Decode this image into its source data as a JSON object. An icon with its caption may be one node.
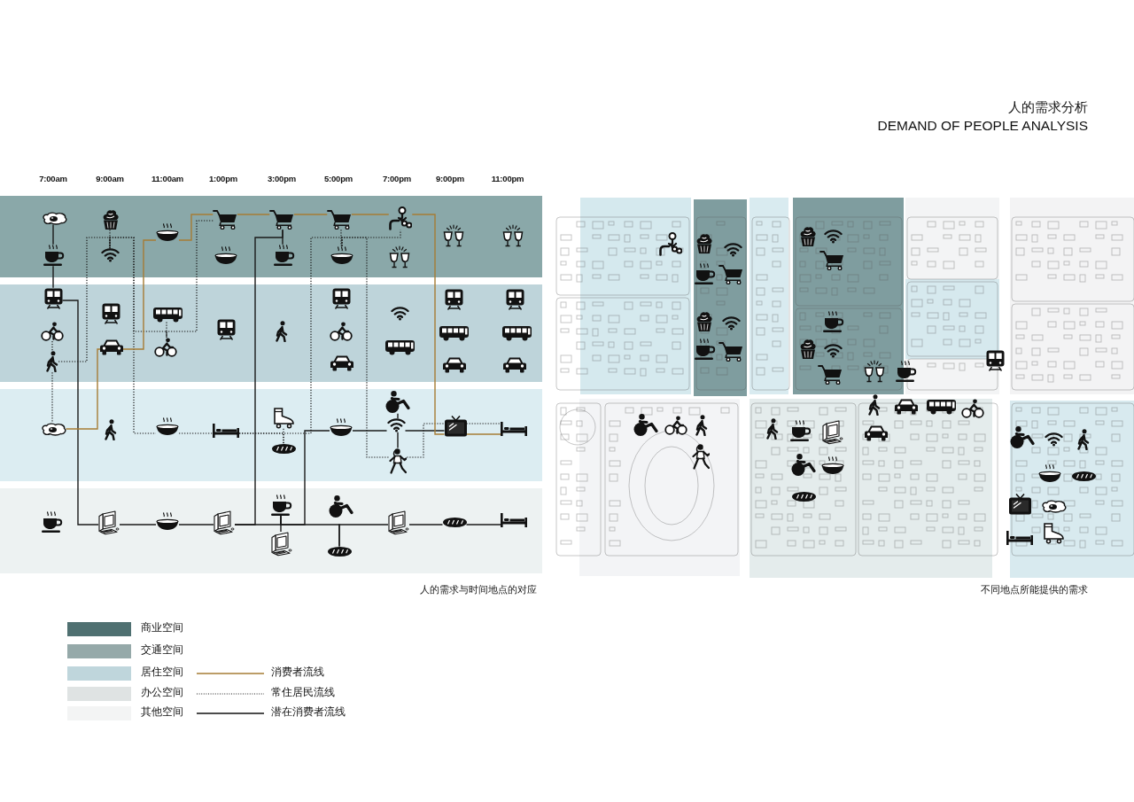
{
  "diagram": {
    "title": "人的需求分析",
    "nodes": [
      {
        "text": [],
        "shape": "box"
      },
      {
        "text": [],
        "shape": "picture",
        "in": 0
      },
      {
        "text": [],
        "shape": "picture",
        "in": 0
      },
      {
        "text": [],
        "shape": "picture",
        "in": 0
      },
      {
        "text": [],
        "shape": "picture",
        "in": 0
      },
      {
        "text": [],
        "shape": "picture",
        "in": 0
      },
      {
        "text": [],
        "shape": "picture",
        "in": 0
      },
      {
        "text": [],
        "shape": "picture",
        "in": 0
      },
      {
        "text": [],
        "shape": "picture",
        "in": 0
      },
      {
        "text": [],
        "shape": "picture",
        "in": 0
      },
      {
        "text": [],
        "shape": "picture",
        "in": 0
      },
      {
        "text": [],
        "shape": "picture",
        "in": 0
      },
      {
        "text": [],
        "shape": "picture",
        "in": 0
      },
      {
        "text": [],
        "shape": "picture",
        "in": 0
      },
      {
        "text": [],
        "shape": "picture",
        "in": 0
      },
      {
        "text": [],
        "shape": "picture",
        "in": 0
      },
      {
        "text": [],
        "shape": "box"
      },
      {
        "text": [],
        "shape": "picture",
        "in": 16
      },
      {
        "text": [],
        "shape": "picture",
        "in": 16
      },
      {
        "text": [],
        "shape": "picture",
        "in": 16
      },
      {
        "text": [],
        "shape": "picture",
        "in": 16
      },
      {
        "text": [],
        "shape": "picture",
        "in": 16
      },
      {
        "text": [],
        "shape": "picture",
        "in": 16
      },
      {
        "text": [],
        "shape": "picture",
        "in": 16
      },
      {
        "text": [],
        "shape": "picture",
        "in": 16
      },
      {
        "text": [],
        "shape": "picture",
        "in": 16
      },
      {
        "text": [],
        "shape": "picture",
        "in": 16
      },
      {
        "text": [],
        "shape": "picture",
        "in": 16
      },
      {
        "text": [],
        "shape": "picture",
        "in": 16
      },
      {
        "text": [],
        "shape": "picture",
        "in": 16
      },
      {
        "text": [],
        "shape": "picture",
        "in": 16
      },
      {
        "text": [],
        "shape": "picture",
        "in": 16
      },
      {
        "text": [],
        "shape": "picture",
        "in": 16
      },
      {
        "text": [],
        "shape": "picture",
        "in": 16
      },
      {
        "text": [],
        "shape": "picture",
        "in": 16
      },
      {
        "text": [],
        "shape": "picture",
        "in": 16
      },
      {
        "text": [],
        "shape": "picture",
        "in": 16
      },
      {
        "text": [],
        "shape": "box"
      },
      {
        "text": [],
        "shape": "picture",
        "in": 37
      },
      {
        "text": [],
        "shape": "picture",
        "in": 37
      },
      {
        "text": [],
        "shape": "picture",
        "in": 37
      },
      {
        "text": [],
        "shape": "picture",
        "in": 37
      },
      {
        "text": [],
        "shape": "picture",
        "in": 37
      },
      {
        "text": [],
        "shape": "picture",
        "in": 37
      },
      {
        "text": [],
        "shape": "picture",
        "in": 37
      },
      {
        "text": [],
        "shape": "picture",
        "in": 37
      },
      {
        "text": [],
        "shape": "picture",
        "in": 37
      },
      {
        "text": [],
        "shape": "picture",
        "in": 37
      },
      {
        "text": [],
        "shape": "picture",
        "in": 37
      },
      {
        "text": [],
        "shape": "picture",
        "in": 37
      },
      {
        "text": [],
        "shape": "box"
      },
      {
        "text": [],
        "shape": "picture",
        "in": 50
      },
      {
        "text": [],
        "shape": "picture",
        "in": 50
      },
      {
        "text": [],
        "shape": "picture",
        "in": 50
      },
      {
        "text": [],
        "shape": "picture",
        "in": 50
      },
      {
        "text": [],
        "shape": "picture",
        "in": 50
      },
      {
        "text": [],
        "shape": "picture",
        "in": 50
      },
      {
        "text": [],
        "shape": "picture",
        "in": 50
      },
      {
        "text": [],
        "shape": "picture",
        "in": 50
      },
      {
        "text": [],
        "shape": "picture",
        "in": 50
      },
      {
        "text": [],
        "shape": "picture",
        "in": 50
      },
      {
        "text": [],
        "shape": "picture",
        "in": 50
      }
    ],
    "edges": [
      {
        "from": 1,
        "to": 2,
        "arrow": "none"
      },
      {
        "from": 2,
        "to": 17,
        "arrow": "none"
      },
      {
        "from": 17,
        "to": 52,
        "arrow": "none"
      },
      {
        "from": 52,
        "to": 53,
        "arrow": "none"
      },
      {
        "from": 53,
        "to": 54,
        "arrow": "none"
      },
      {
        "from": 54,
        "to": 8,
        "arrow": "none"
      },
      {
        "from": 9,
        "to": 8,
        "arrow": "none"
      },
      {
        "from": 54,
        "to": 55,
        "arrow": "none"
      },
      {
        "from": 55,
        "to": 56,
        "arrow": "none"
      },
      {
        "from": 55,
        "to": 44,
        "arrow": "none"
      },
      {
        "from": 55,
        "to": 58,
        "arrow": "none"
      },
      {
        "from": 58,
        "to": 59,
        "arrow": "none"
      },
      {
        "from": 59,
        "to": 60,
        "arrow": "none"
      },
      {
        "from": 60,
        "to": 61,
        "arrow": "none"
      },
      {
        "from": 44,
        "to": 46,
        "arrow": "none"
      },
      {
        "from": 45,
        "to": 46,
        "arrow": "none"
      },
      {
        "from": 46,
        "to": 47,
        "arrow": "none"
      },
      {
        "from": 46,
        "to": 48,
        "arrow": "none"
      },
      {
        "from": 18,
        "to": 19,
        "arrow": "none",
        "style": "dashed"
      },
      {
        "from": 19,
        "to": 38,
        "arrow": "none",
        "style": "dashed"
      },
      {
        "from": 19,
        "to": 4,
        "arrow": "none",
        "style": "dashed"
      },
      {
        "from": 3,
        "to": 4,
        "arrow": "none",
        "style": "dashed"
      },
      {
        "from": 4,
        "to": 40,
        "arrow": "none",
        "style": "dashed"
      },
      {
        "from": 22,
        "to": 23,
        "arrow": "none",
        "style": "dashed"
      },
      {
        "from": 4,
        "to": 23,
        "arrow": "none",
        "style": "dashed"
      },
      {
        "from": 23,
        "to": 6,
        "arrow": "none",
        "style": "dashed"
      },
      {
        "from": 40,
        "to": 41,
        "arrow": "none",
        "style": "dashed"
      },
      {
        "from": 41,
        "to": 43,
        "arrow": "none",
        "style": "dashed"
      },
      {
        "from": 42,
        "to": 43,
        "arrow": "none",
        "style": "dashed"
      },
      {
        "from": 41,
        "to": 11,
        "arrow": "none",
        "style": "dashed"
      },
      {
        "from": 10,
        "to": 11,
        "arrow": "none",
        "style": "dashed"
      },
      {
        "from": 11,
        "to": 12,
        "arrow": "none",
        "style": "dashed"
      },
      {
        "from": 11,
        "to": 47,
        "arrow": "none",
        "style": "dashed"
      },
      {
        "from": 47,
        "to": 48,
        "arrow": "none",
        "style": "dashed"
      },
      {
        "from": 48,
        "to": 49,
        "arrow": "none",
        "style": "dashed"
      },
      {
        "from": 38,
        "to": 21,
        "arrow": "none",
        "color": "#a67c35"
      },
      {
        "from": 21,
        "to": 5,
        "arrow": "none",
        "color": "#a67c35"
      },
      {
        "from": 5,
        "to": 6,
        "arrow": "none",
        "color": "#a67c35"
      },
      {
        "from": 6,
        "to": 8,
        "arrow": "none",
        "color": "#a67c35"
      },
      {
        "from": 8,
        "to": 10,
        "arrow": "none",
        "color": "#a67c35"
      },
      {
        "from": 10,
        "to": 12,
        "arrow": "none",
        "color": "#a67c35"
      },
      {
        "from": 12,
        "to": 48,
        "arrow": "none",
        "color": "#a67c35"
      },
      {
        "from": 48,
        "to": 49,
        "arrow": "none",
        "color": "#a67c35"
      }
    ],
    "labels": [
      "DEMAND OF PEOPLE ANALYSIS",
      "7:00am",
      "9:00am",
      "11:00am",
      "1:00pm",
      "3:00pm",
      "5:00pm",
      "7:00pm",
      "9:00pm",
      "11:00pm",
      "人的需求与时间地点的对应",
      "不同地点所能提供的需求"
    ],
    "legend": [
      {
        "text": "商业空间",
        "color": "#4f7071"
      },
      {
        "text": "交通空间",
        "color": "#95a9a9"
      },
      {
        "text": "居住空间",
        "color": "#bfd6dc"
      },
      {
        "text": "办公空间",
        "color": "#dfe3e3"
      },
      {
        "text": "其他空间",
        "color": "#f3f4f4"
      },
      {
        "text": "消费者流线"
      },
      {
        "text": "常住居民流线"
      },
      {
        "text": "潜在消费者流线"
      }
    ]
  }
}
